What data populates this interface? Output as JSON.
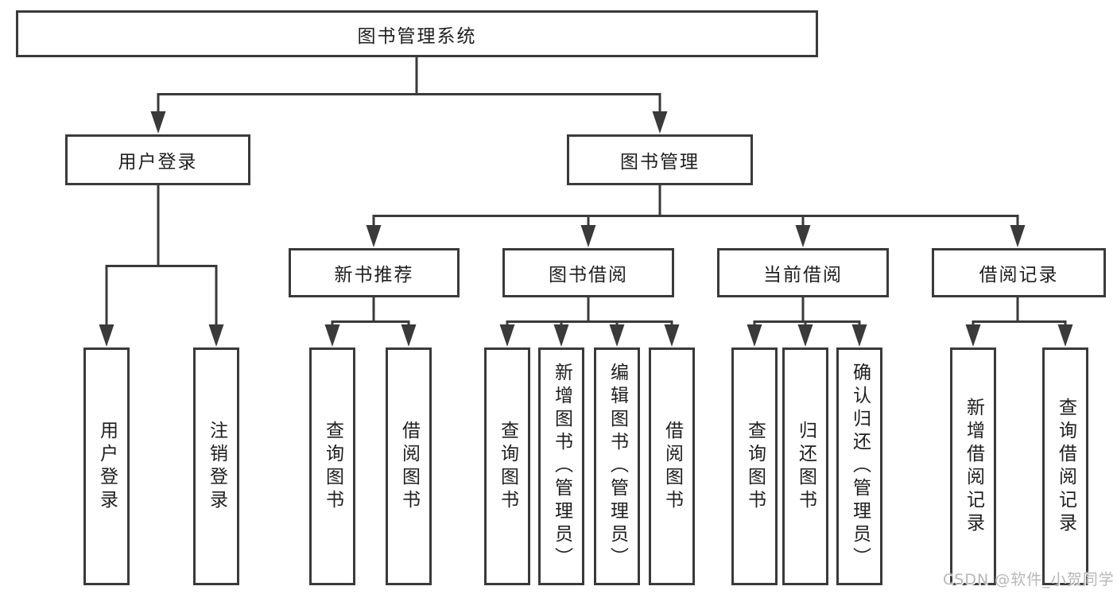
{
  "diagram": {
    "type": "hierarchy-tree",
    "colors": {
      "line": "#3a3a3a",
      "box_border": "#3a3a3a",
      "text": "#1e1e1e",
      "background": "#ffffff",
      "watermark": "#b7b7b7"
    },
    "nodes": {
      "root": {
        "label": "图书管理系统"
      },
      "user_login": {
        "label": "用户登录"
      },
      "book_mgmt": {
        "label": "图书管理"
      },
      "new_book_rec": {
        "label": "新书推荐"
      },
      "book_borrow": {
        "label": "图书借阅"
      },
      "current_borrow": {
        "label": "当前借阅"
      },
      "borrow_record": {
        "label": "借阅记录"
      },
      "leaf_user_login": {
        "label": "用户登录"
      },
      "leaf_logout": {
        "label": "注销登录"
      },
      "leaf_query_book_1": {
        "label": "查询图书"
      },
      "leaf_borrow_book_1": {
        "label": "借阅图书"
      },
      "leaf_query_book_2": {
        "label": "查询图书"
      },
      "leaf_add_book": {
        "label": "新增图书（管理员）"
      },
      "leaf_edit_book": {
        "label": "编辑图书（管理员）"
      },
      "leaf_borrow_book_2": {
        "label": "借阅图书"
      },
      "leaf_query_book_3": {
        "label": "查询图书"
      },
      "leaf_return_book": {
        "label": "归还图书"
      },
      "leaf_confirm_return": {
        "label": "确认归还（管理员）"
      },
      "leaf_add_borrow_record": {
        "label": "新增借阅记录"
      },
      "leaf_query_borrow_record": {
        "label": "查询借阅记录"
      }
    },
    "edges": [
      [
        "root",
        "user_login"
      ],
      [
        "root",
        "book_mgmt"
      ],
      [
        "user_login",
        "leaf_user_login"
      ],
      [
        "user_login",
        "leaf_logout"
      ],
      [
        "book_mgmt",
        "new_book_rec"
      ],
      [
        "book_mgmt",
        "book_borrow"
      ],
      [
        "book_mgmt",
        "current_borrow"
      ],
      [
        "book_mgmt",
        "borrow_record"
      ],
      [
        "new_book_rec",
        "leaf_query_book_1"
      ],
      [
        "new_book_rec",
        "leaf_borrow_book_1"
      ],
      [
        "book_borrow",
        "leaf_query_book_2"
      ],
      [
        "book_borrow",
        "leaf_add_book"
      ],
      [
        "book_borrow",
        "leaf_edit_book"
      ],
      [
        "book_borrow",
        "leaf_borrow_book_2"
      ],
      [
        "current_borrow",
        "leaf_query_book_3"
      ],
      [
        "current_borrow",
        "leaf_return_book"
      ],
      [
        "current_borrow",
        "leaf_confirm_return"
      ],
      [
        "borrow_record",
        "leaf_add_borrow_record"
      ],
      [
        "borrow_record",
        "leaf_query_borrow_record"
      ]
    ]
  },
  "watermark": {
    "text": "CSDN @软件_小贺同学"
  }
}
